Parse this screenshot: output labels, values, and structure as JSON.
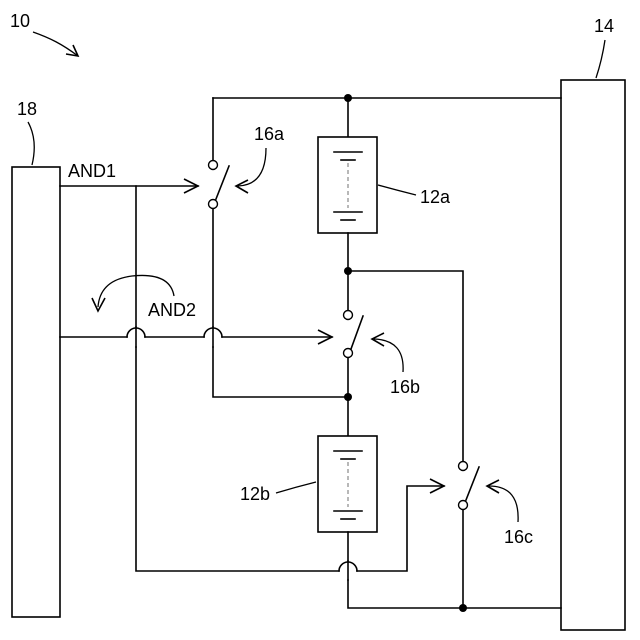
{
  "labels": {
    "figure_ref": "10",
    "controller": "18",
    "load": "14",
    "signal_and1": "AND1",
    "signal_and2": "AND2",
    "switch_a": "16a",
    "switch_b": "16b",
    "switch_c": "16c",
    "battery_a": "12a",
    "battery_b": "12b"
  }
}
